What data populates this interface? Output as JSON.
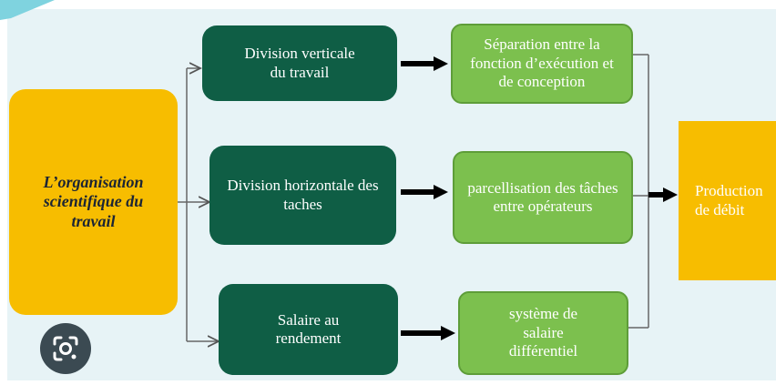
{
  "diagram": {
    "source": "L’organisation scientifique du travail",
    "divisions": [
      "Division verticale du travail",
      "Division horizontale des taches",
      "Salaire au rendement"
    ],
    "effects": [
      "Séparation entre la fonction d’exécution et de conception",
      "parcellisation des tâches entre opérateurs",
      "système de salaire différentiel"
    ],
    "result": "Production de débit"
  },
  "colors": {
    "dark_green": "#0f5e45",
    "light_green": "#7cc04e",
    "yellow": "#f7bd00",
    "background": "#e7f3f6"
  },
  "icons": {
    "lens": "google-lens-icon"
  }
}
